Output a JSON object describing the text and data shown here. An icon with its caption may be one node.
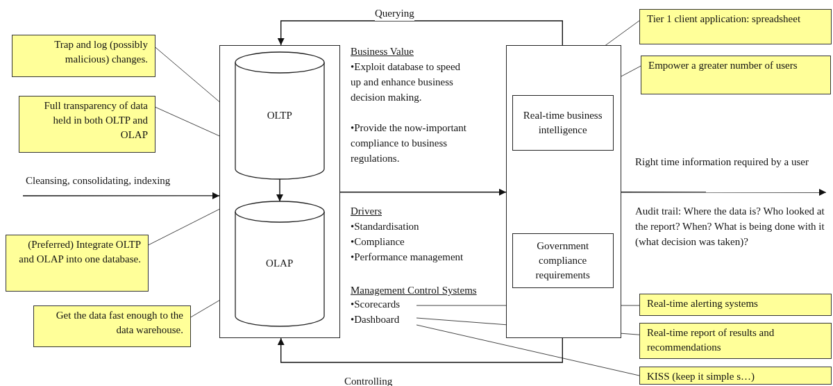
{
  "diagram": {
    "nodes": [
      {
        "text": [],
        "shape": "box"
      },
      {
        "text": [
          "OLTP"
        ],
        "in": 0
      },
      {
        "text": [
          "OLAP"
        ],
        "in": 0
      },
      {
        "text": [],
        "shape": "box"
      },
      {
        "text": [
          "Real-time business intelligence"
        ],
        "in": 3
      },
      {
        "text": [
          "Government compliance requirements"
        ],
        "in": 3
      },
      {
        "text": [
          "Trap and log (possibly malicious) changes."
        ]
      },
      {
        "text": [
          "Full transparency of data held in both OLTP and OLAP"
        ]
      },
      {
        "text": [
          "(Preferred) Integrate OLTP and OLAP into one database."
        ]
      },
      {
        "text": [
          "Get the data fast enough to the data warehouse."
        ]
      },
      {
        "text": [
          "Tier 1 client application: spreadsheet"
        ]
      },
      {
        "text": [
          "Empower a greater number of users"
        ]
      },
      {
        "text": [
          "Real-time alerting systems"
        ]
      },
      {
        "text": [
          "Real-time report of results and recommendations"
        ]
      },
      {
        "text": [
          "KISS (keep it simple s…)"
        ]
      },
      {
        "text": [
          "•Scorecards"
        ]
      },
      {
        "text": [
          "•Dashboard"
        ]
      }
    ],
    "edges": [
      {
        "from": 3,
        "to": 0,
        "arrow": "to",
        "label": "Querying"
      },
      {
        "from": 3,
        "to": 0,
        "arrow": "to",
        "label": "Controlling"
      },
      {
        "from": 1,
        "to": 2,
        "arrow": "to"
      },
      {
        "from": 0,
        "to": 3,
        "arrow": "to"
      },
      {
        "from": null,
        "to": 0,
        "arrow": "to",
        "label": "Cleansing, consolidating, indexing"
      },
      {
        "from": 3,
        "to": null,
        "arrow": "to",
        "label": "Right time information required by a user"
      },
      {
        "from": 6,
        "to": 0,
        "arrow": "none"
      },
      {
        "from": 7,
        "to": 0,
        "arrow": "none"
      },
      {
        "from": 8,
        "to": 0,
        "arrow": "none"
      },
      {
        "from": 9,
        "to": 2,
        "arrow": "none"
      },
      {
        "from": 10,
        "to": 3,
        "arrow": "none"
      },
      {
        "from": 11,
        "to": 3,
        "arrow": "none"
      },
      {
        "from": 15,
        "to": 12,
        "arrow": "none"
      },
      {
        "from": 16,
        "to": 13,
        "arrow": "none"
      },
      {
        "from": 16,
        "to": 14,
        "arrow": "none"
      }
    ],
    "labels": [
      "Business Value",
      "•Exploit database to speed up and enhance business decision making.",
      "•Provide the now-important compliance to business regulations.",
      "Drivers",
      "•Standardisation",
      "•Compliance",
      "•Performance management",
      "Management Control Systems",
      "Audit trail: Where the data is? Who looked at the report? When? What is being done with it (what decision was taken)?"
    ]
  }
}
